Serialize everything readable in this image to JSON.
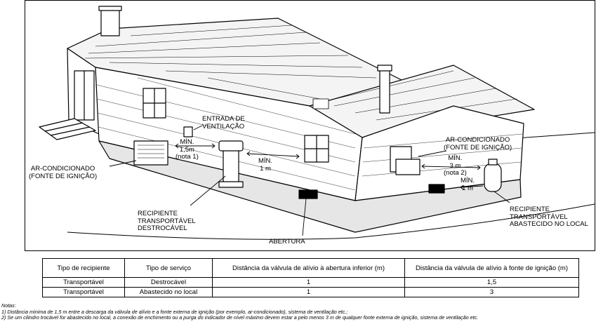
{
  "labels": {
    "inlet": "ENTRADA DE\nVENTILAÇÃO",
    "min_15": "MÍN.\n1,5m\n(nota 1)",
    "min_1_left": "MÍN.\n1 m",
    "ac_left": "AR-CONDICIONADO\n(FONTE DE IGNIÇÃO)",
    "ac_right": "AR-CONDICIONADO\n(FONTE DE IGNIÇÃO)",
    "min_3": "MÍN.\n3 m\n(nota 2)",
    "min_1_right": "MÍN.\n1 m",
    "recipient_left": "RECIPIENTE\nTRANSPORTÁVEL\nDESTROCÁVEL",
    "recipient_right": "RECIPIENTE\nTRANSPORTÁVEL\nABASTECIDO NO LOCAL",
    "opening": "ABERTURA"
  },
  "table": {
    "headers": [
      "Tipo de recipiente",
      "Tipo de serviço",
      "Distância da válvula de alívio à abertura inferior (m)",
      "Distância da válvula de alívio à fonte de ignição (m)"
    ],
    "rows": [
      [
        "Transportável",
        "Destrocável",
        "1",
        "1,5"
      ],
      [
        "Transportável",
        "Abastecido no local",
        "1",
        "3"
      ]
    ]
  },
  "notes": {
    "title": "Notas:",
    "items": [
      "1) Distância mínima de 1,5 m entre a descarga da válvula de alívio e a fonte externa de ignição (por exemplo, ar-condicionado), sistema de ventilação etc.;",
      "2) Se um cilindro trocável for abastecido no local, a conexão de enchimento ou a purga do indicador de nível máximo devem estar a pelo menos 3 m de qualquer fonte externa de ignição, sistema de ventilação etc."
    ]
  }
}
